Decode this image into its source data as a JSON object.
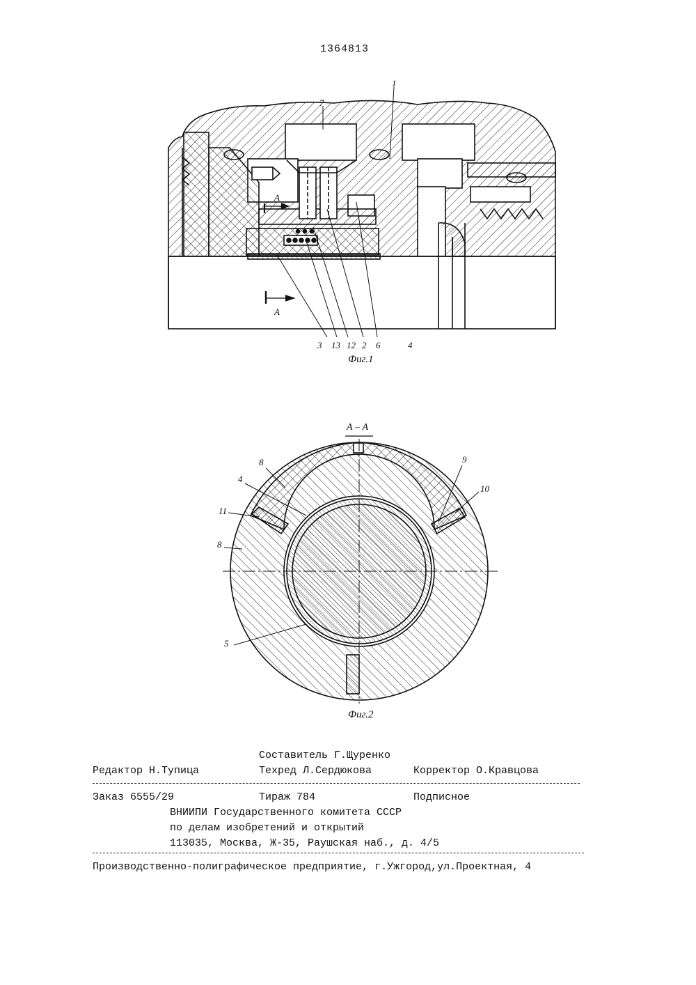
{
  "patent_number": "1364813",
  "fig1": {
    "caption": "Фиг.1",
    "section_marker": "А",
    "callouts_top": [
      "7",
      "1"
    ],
    "callouts_bottom": [
      "3",
      "13",
      "12",
      "2",
      "6",
      "4"
    ]
  },
  "fig2": {
    "caption": "Фиг.2",
    "section_title": "А – А",
    "callouts": [
      "8",
      "4",
      "11",
      "8",
      "9",
      "10",
      "5"
    ]
  },
  "colophon": {
    "compiler": "Составитель Г.Щуренко",
    "editor": "Редактор Н.Тупица",
    "techred": "Техред Л.Сердюкова",
    "corrector": "Корректор О.Кравцова",
    "order": "Заказ 6555/29",
    "circulation": "Тираж 784",
    "subscription": "Подписное",
    "org_line1": "ВНИИПИ Государственного комитета СССР",
    "org_line2": "по делам изобретений и открытий",
    "org_line3": "113035, Москва, Ж-35, Раушская наб., д. 4/5",
    "printer": "Производственно-полиграфическое предприятие, г.Ужгород,ул.Проектная, 4"
  }
}
